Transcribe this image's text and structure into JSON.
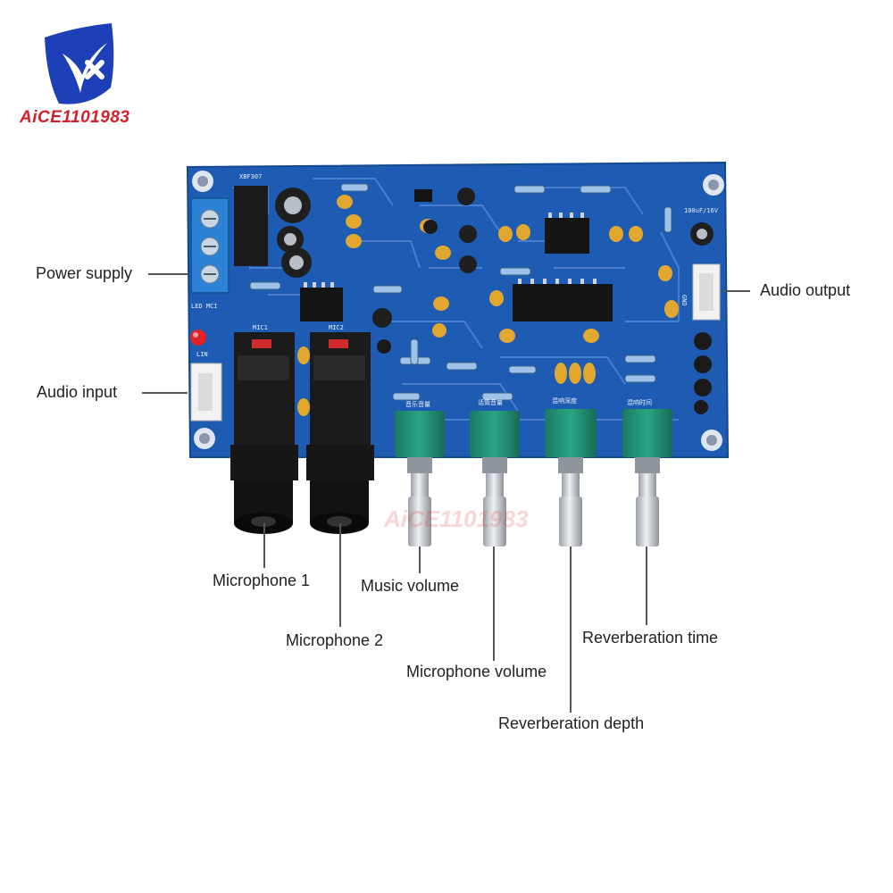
{
  "logo": {
    "text": "AiCE1101983",
    "colors": {
      "shield": "#1d3fb7",
      "text": "#d21f2b"
    }
  },
  "board": {
    "colors": {
      "pcb": "#1e5cb3",
      "trace": "#4d82cf",
      "silkscreen": "#e9eef7",
      "capacitor": "#e2a72e",
      "pot": "#1f8f72",
      "shaft": "#c9ccd1",
      "jack": "#1b1b1b",
      "terminal": "#2b82d6",
      "led": "#e02424"
    },
    "silkscreen": {
      "ic_top": "XBF307",
      "led_label": "LED MCI",
      "jack1_label": "MIC1",
      "jack2_label": "MIC2",
      "input_label": "LIN",
      "output_label": "GND",
      "pot1_label": "音乐音量",
      "pot2_label": "话筒音量",
      "pot3_label": "混响深度",
      "pot4_label": "混响时间",
      "cap_label": "100uF/16V"
    },
    "watermark": "AiCE1101983"
  },
  "callouts": [
    {
      "id": "power-supply",
      "text": "Power supply"
    },
    {
      "id": "audio-output",
      "text": "Audio output"
    },
    {
      "id": "audio-input",
      "text": "Audio input"
    },
    {
      "id": "microphone-1",
      "text": "Microphone 1"
    },
    {
      "id": "music-volume",
      "text": "Music volume"
    },
    {
      "id": "microphone-2",
      "text": "Microphone 2"
    },
    {
      "id": "reverberation-time",
      "text": "Reverberation time"
    },
    {
      "id": "microphone-volume",
      "text": "Microphone volume"
    },
    {
      "id": "reverberation-depth",
      "text": "Reverberation depth"
    }
  ]
}
